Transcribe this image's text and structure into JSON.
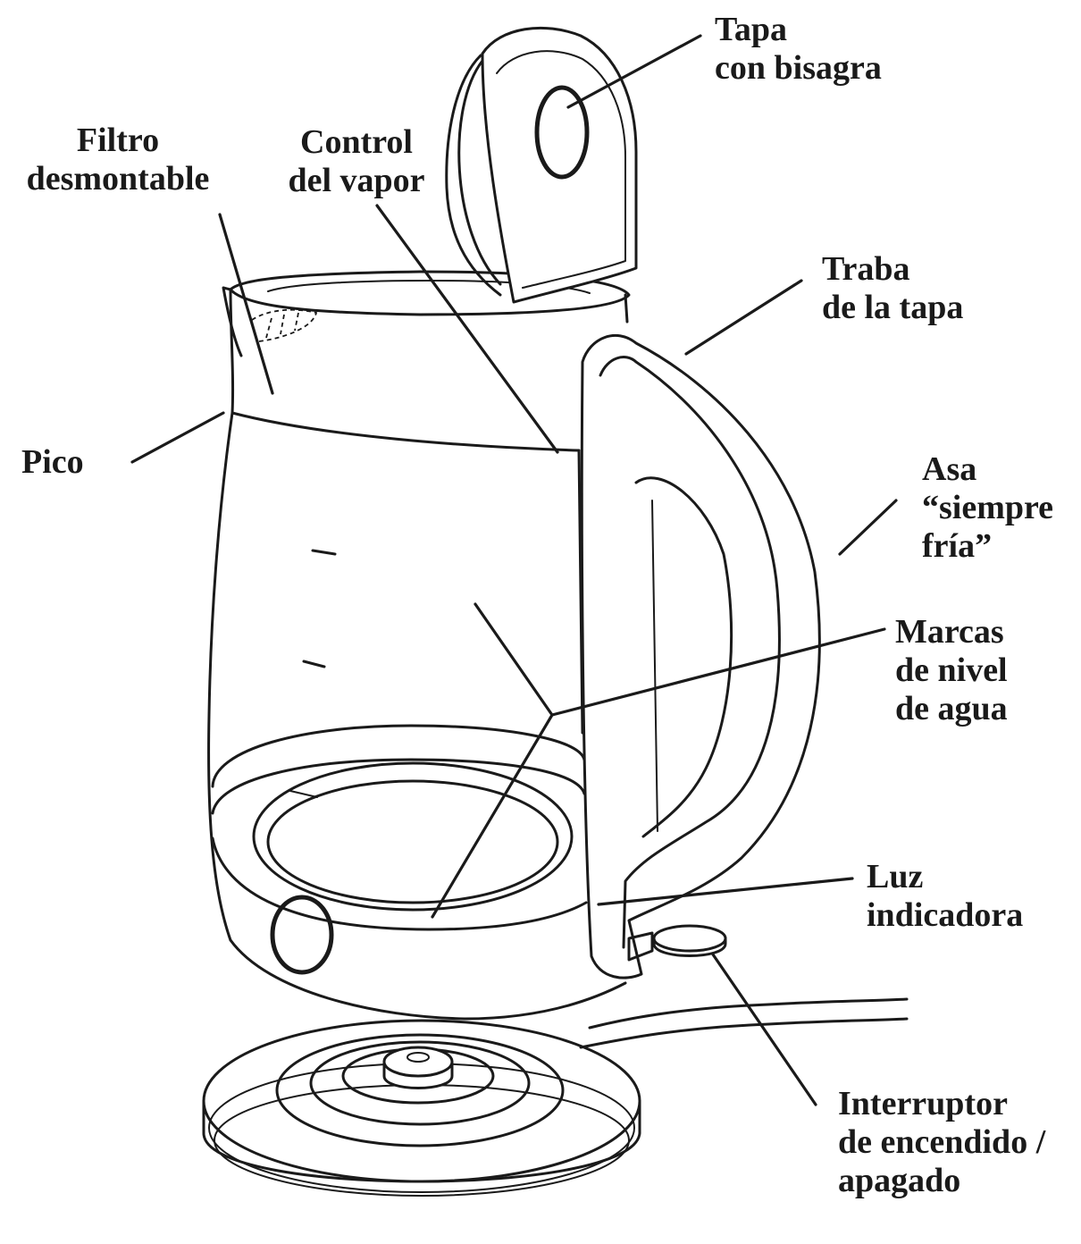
{
  "labels": {
    "tapa": [
      "Tapa",
      "con bisagra"
    ],
    "filtro": [
      "Filtro",
      "desmontable"
    ],
    "control": [
      "Control",
      "del vapor"
    ],
    "traba": [
      "Traba",
      "de la tapa"
    ],
    "pico": [
      "Pico"
    ],
    "asa": [
      "Asa",
      "“siempre",
      "fría”"
    ],
    "marcas": [
      "Marcas",
      "de nivel",
      "de agua"
    ],
    "luz": [
      "Luz",
      "indicadora"
    ],
    "interruptor": [
      "Interruptor",
      "de encendido /",
      "apagado"
    ]
  }
}
